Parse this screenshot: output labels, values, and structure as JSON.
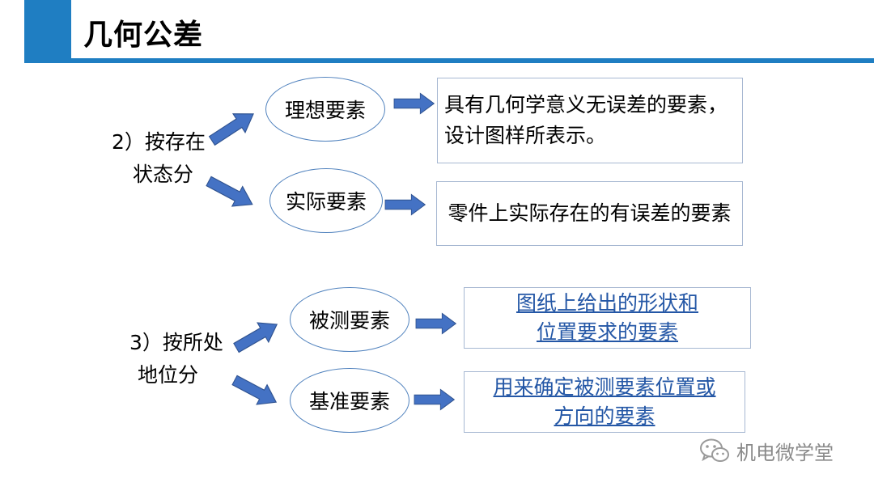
{
  "header": {
    "title": "几何公差"
  },
  "sections": [
    {
      "label_lines": [
        "2）按存在",
        "状态分"
      ],
      "items": [
        {
          "term": "理想要素",
          "definition_lines": [
            "具有几何学意义无误差的要素，",
            "设计图样所表示。"
          ]
        },
        {
          "term": "实际要素",
          "definition_lines": [
            "零件上实际存在的有误差的要素"
          ]
        }
      ]
    },
    {
      "label_lines": [
        "3）按所处",
        "地位分"
      ],
      "items": [
        {
          "term": "被测要素",
          "definition_lines": [
            "图纸上给出的形状和",
            "位置要求的要素"
          ]
        },
        {
          "term": "基准要素",
          "definition_lines": [
            "用来确定被测要素位置或",
            "方向的要素"
          ]
        }
      ]
    }
  ],
  "watermark": {
    "text": "机电微学堂",
    "icon": "wechat-icon"
  },
  "colors": {
    "accent": "#1f7ec2",
    "arrow_fill": "#4472c4",
    "link_text": "#2457a6"
  }
}
